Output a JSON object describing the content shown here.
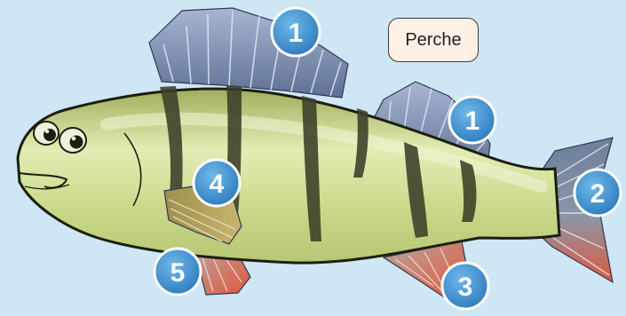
{
  "species_name": "Perche",
  "colors": {
    "background": "#cfe6f5",
    "body": "#c9d989",
    "fin_blue": "#7f93b8",
    "fin_red": "#e0573a",
    "stripe": "#3b3f28",
    "badge": "#3f8fcf"
  },
  "markers": [
    {
      "label": "1",
      "part": "dorsal-fin-front"
    },
    {
      "label": "1",
      "part": "dorsal-fin-rear"
    },
    {
      "label": "2",
      "part": "caudal-fin"
    },
    {
      "label": "3",
      "part": "anal-fin"
    },
    {
      "label": "4",
      "part": "pectoral-fin"
    },
    {
      "label": "5",
      "part": "pelvic-fin"
    }
  ]
}
